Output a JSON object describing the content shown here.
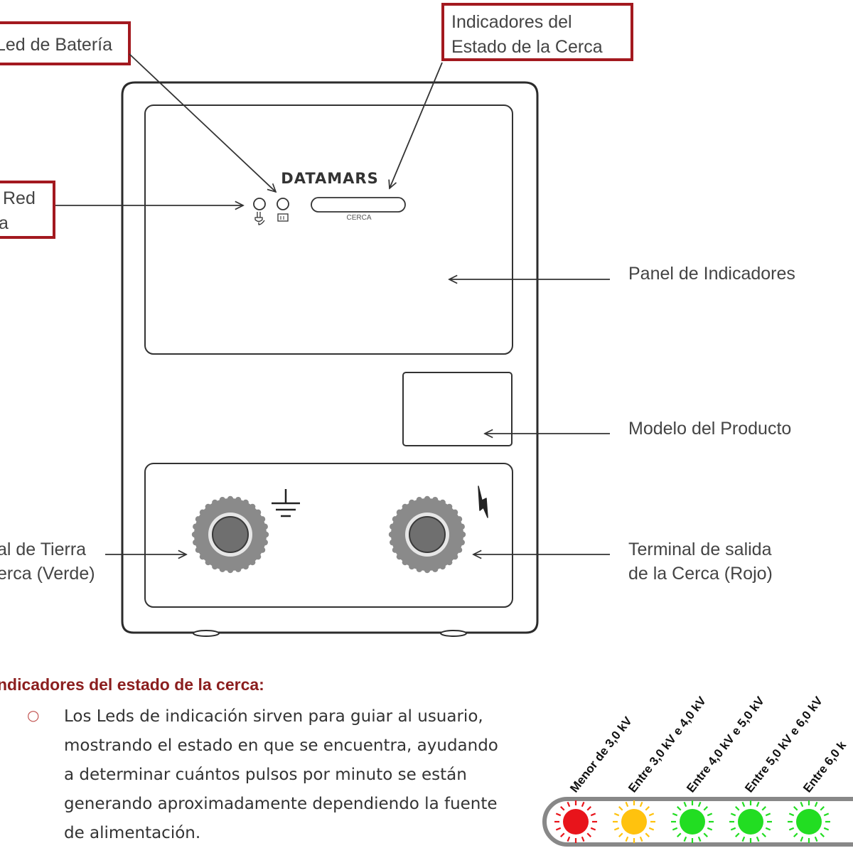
{
  "callouts": {
    "battery_led": "Led de Batería",
    "fence_status_line1": "Indicadores del",
    "fence_status_line2": "Estado de la Cerca",
    "power_led_line1": "Red",
    "power_led_line2": "a",
    "indicator_panel": "Panel de Indicadores",
    "product_model": "Modelo del Producto",
    "ground_terminal_line1": "al de Tierra",
    "ground_terminal_line2": "erca (Verde)",
    "output_terminal_line1": "Terminal de salida",
    "output_terminal_line2": "de la Cerca (Rojo)"
  },
  "device": {
    "brand": "DATAMARS",
    "slot_label": "CERCA"
  },
  "section": {
    "title": "ndicadores del estado de la cerca:",
    "bullet": "○",
    "lines": [
      "Los Leds de indicación sirven para guiar al usuario,",
      "mostrando el estado en que se encuentra, ayudando",
      "a determinar cuántos pulsos por minuto se están",
      "generando aproximadamente dependiendo la fuente",
      "de alimentación."
    ]
  },
  "led_scale": [
    {
      "label": "Menor de 3,0 kV",
      "color": "#e8141b"
    },
    {
      "label": "Entre 3,0 kV e 4,0 kV",
      "color": "#ffc20e"
    },
    {
      "label": "Entre 4,0 kV e 5,0 kV",
      "color": "#22dd22"
    },
    {
      "label": "Entre 5,0 kV e 6,0 kV",
      "color": "#22dd22"
    },
    {
      "label": "Entre 6,0 k",
      "color": "#22dd22"
    }
  ],
  "colors": {
    "callout_border": "#a3191f",
    "title": "#8b1e1e",
    "line": "#333333",
    "knob": "#8a8a8a"
  }
}
